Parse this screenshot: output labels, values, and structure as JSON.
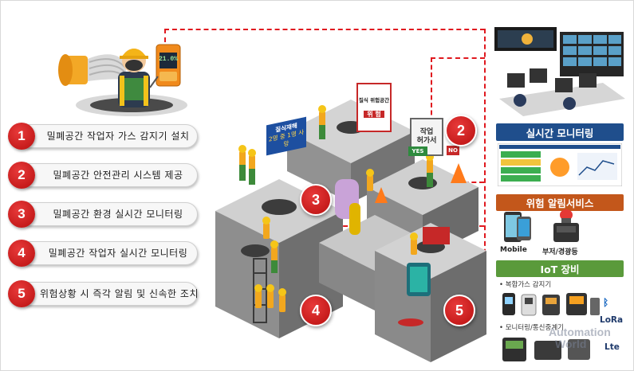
{
  "steps": [
    {
      "num": "1",
      "label": "밀폐공간 작업자 가스 감지기 설치"
    },
    {
      "num": "2",
      "label": "밀폐공간 안전관리 시스템 제공"
    },
    {
      "num": "3",
      "label": "밀폐공간 환경 실시간 모니터링"
    },
    {
      "num": "4",
      "label": "밀폐공간 작업자 실시간 모니터링"
    },
    {
      "num": "5",
      "label": "위험상황 시 즉각 알림 및 신속한 조치"
    }
  ],
  "map_markers": [
    "2",
    "3",
    "4",
    "5"
  ],
  "gas_reading": "21.0%",
  "signs": {
    "permit_title": "작업",
    "permit_sub": "허가서",
    "yes": "YES",
    "no": "NO",
    "danger_title": "질식 위험공간",
    "danger_word": "위 험",
    "disaster_line1": "질식재해",
    "disaster_line2": "2명 중 1명 사망"
  },
  "right_panel": {
    "realtime_title": "실시간 모니터링",
    "alert_title": "위험 알림서비스",
    "mobile_label": "Mobile",
    "buzzer_label": "부저/경광등",
    "iot_title": "IoT 장비",
    "bullet_gas": "복합가스 감지기",
    "bullet_monitor": "모니터링/통신중계기",
    "lora_label": "LoRa",
    "lte_label": "Lte"
  },
  "watermark": {
    "line1": "Automation",
    "line2": "World"
  },
  "colors": {
    "accent_red": "#d01717",
    "realtime_blue": "#1f4e8c",
    "alert_orange": "#c3571b",
    "iot_green": "#5a9a3b"
  }
}
